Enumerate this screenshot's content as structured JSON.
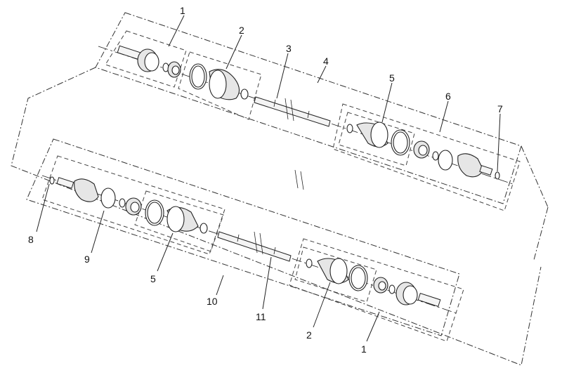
{
  "callouts": {
    "c1_top": "1",
    "c2_top": "2",
    "c3": "3",
    "c4": "4",
    "c5_top": "5",
    "c6": "6",
    "c7": "7",
    "c8": "8",
    "c9": "9",
    "c5_bottom": "5",
    "c10": "10",
    "c11": "11",
    "c2_bottom": "2",
    "c1_bottom": "1"
  }
}
